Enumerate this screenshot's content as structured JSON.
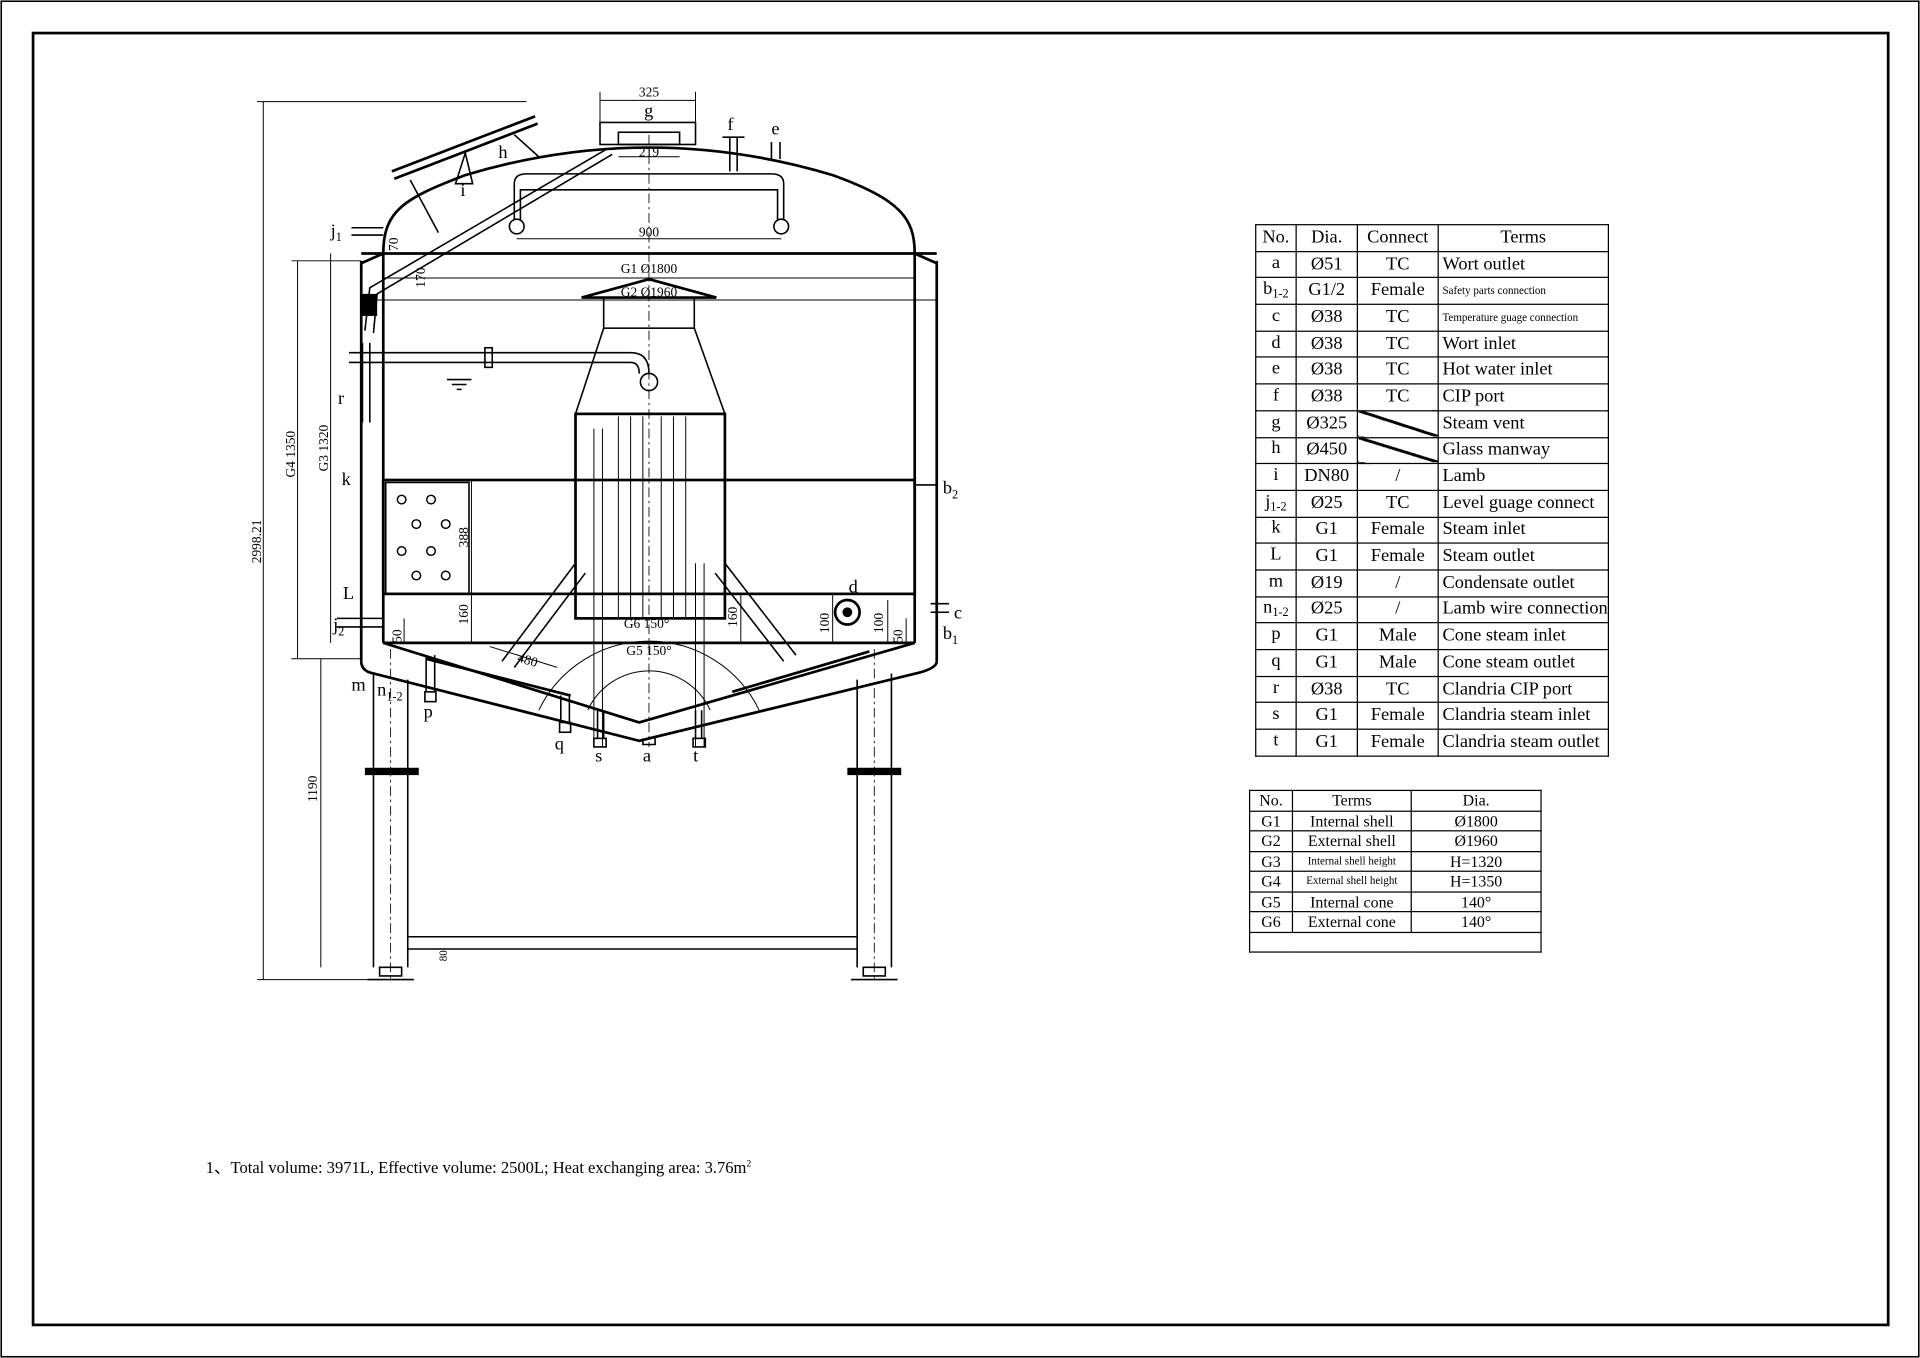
{
  "drawing": {
    "dims": {
      "d325": "325",
      "d219": "219",
      "d900": "900",
      "g1": "G1 Ø1800",
      "g2": "G2 Ø1960",
      "d70": "70",
      "d170": "170",
      "total_h": "2998.21",
      "g4": "G4 1350",
      "g3": "G3 1320",
      "d388": "388",
      "d160a": "160",
      "d160b": "160",
      "d480": "480",
      "g6": "G6 150°",
      "g5": "G5 150°",
      "d100a": "100",
      "d100b": "100",
      "d50a": "50",
      "d50b": "50",
      "d1190": "1190",
      "d80": "80"
    },
    "ports": {
      "a": "a",
      "b": "b",
      "b1": "1",
      "b2": "2",
      "c": "c",
      "d": "d",
      "e": "e",
      "f": "f",
      "g": "g",
      "h": "h",
      "i": "i",
      "j": "j",
      "j1": "1",
      "j2": "2",
      "k": "k",
      "L": "L",
      "m": "m",
      "n": "n",
      "n12": "1-2",
      "p": "p",
      "q": "q",
      "r": "r",
      "s": "s",
      "t": "t"
    }
  },
  "ports_table": {
    "headers": [
      "No.",
      "Dia.",
      "Connect",
      "Terms"
    ],
    "rows": [
      {
        "no": "a",
        "sub": "",
        "dia": "Ø51",
        "connect": "TC",
        "term": "Wort outlet"
      },
      {
        "no": "b",
        "sub": "1-2",
        "dia": "G1/2",
        "connect": "Female",
        "term": "Safety parts connection"
      },
      {
        "no": "c",
        "sub": "",
        "dia": "Ø38",
        "connect": "TC",
        "term": "Temperature guage connection"
      },
      {
        "no": "d",
        "sub": "",
        "dia": "Ø38",
        "connect": "TC",
        "term": "Wort inlet"
      },
      {
        "no": "e",
        "sub": "",
        "dia": "Ø38",
        "connect": "TC",
        "term": "Hot water inlet"
      },
      {
        "no": "f",
        "sub": "",
        "dia": "Ø38",
        "connect": "TC",
        "term": "CIP port"
      },
      {
        "no": "g",
        "sub": "",
        "dia": "Ø325",
        "connect": "",
        "term": "Steam vent"
      },
      {
        "no": "h",
        "sub": "",
        "dia": "Ø450",
        "connect": "",
        "term": "Glass manway"
      },
      {
        "no": "i",
        "sub": "",
        "dia": "DN80",
        "connect": "/",
        "term": "Lamb"
      },
      {
        "no": "j",
        "sub": "1-2",
        "dia": "Ø25",
        "connect": "TC",
        "term": "Level guage connect"
      },
      {
        "no": "k",
        "sub": "",
        "dia": "G1",
        "connect": "Female",
        "term": "Steam inlet"
      },
      {
        "no": "L",
        "sub": "",
        "dia": "G1",
        "connect": "Female",
        "term": "Steam outlet"
      },
      {
        "no": "m",
        "sub": "",
        "dia": "Ø19",
        "connect": "/",
        "term": "Condensate outlet"
      },
      {
        "no": "n",
        "sub": "1-2",
        "dia": "Ø25",
        "connect": "/",
        "term": "Lamb wire connection"
      },
      {
        "no": "p",
        "sub": "",
        "dia": "G1",
        "connect": "Male",
        "term": "Cone steam inlet"
      },
      {
        "no": "q",
        "sub": "",
        "dia": "G1",
        "connect": "Male",
        "term": "Cone steam outlet"
      },
      {
        "no": "r",
        "sub": "",
        "dia": "Ø38",
        "connect": "TC",
        "term": "Clandria CIP port"
      },
      {
        "no": "s",
        "sub": "",
        "dia": "G1",
        "connect": "Female",
        "term": "Clandria steam inlet"
      },
      {
        "no": "t",
        "sub": "",
        "dia": "G1",
        "connect": "Female",
        "term": "Clandria steam outlet"
      }
    ]
  },
  "shells_table": {
    "headers": [
      "No.",
      "Terms",
      "Dia."
    ],
    "rows": [
      {
        "no": "G1",
        "term": "Internal shell",
        "dia": "Ø1800"
      },
      {
        "no": "G2",
        "term": "External shell",
        "dia": "Ø1960"
      },
      {
        "no": "G3",
        "term": "Internal shell height",
        "dia": "H=1320"
      },
      {
        "no": "G4",
        "term": "External shell height",
        "dia": "H=1350"
      },
      {
        "no": "G5",
        "term": "Internal cone",
        "dia": "140°"
      },
      {
        "no": "G6",
        "term": "External cone",
        "dia": "140°"
      }
    ]
  },
  "note": {
    "text": "1、Total volume: 3971L, Effective volume: 2500L; Heat exchanging area: 3.76m",
    "sup": "2"
  }
}
